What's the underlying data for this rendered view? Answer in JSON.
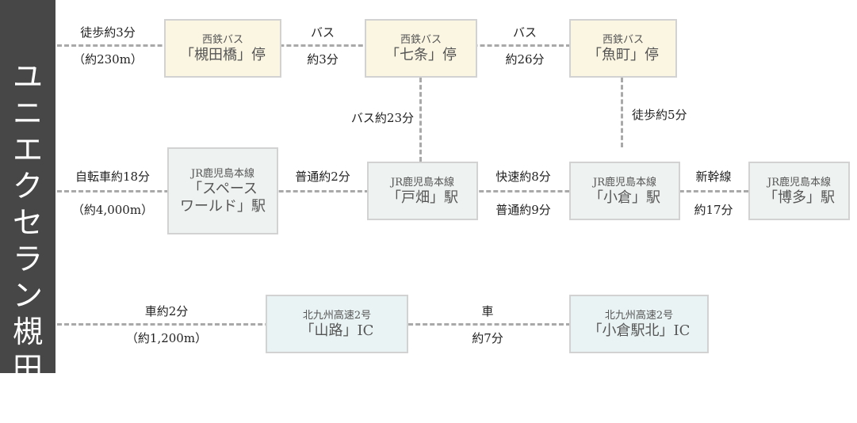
{
  "sidebar": {
    "title_chars": [
      "ユ",
      "ニ",
      "エ",
      "ク",
      "セ",
      "ラ",
      "ン",
      "槻",
      "田",
      "橋"
    ]
  },
  "row_bus": {
    "walk_label": "徒歩約3分",
    "walk_distance": "（約230m）",
    "stop1": {
      "operator": "西鉄バス",
      "name": "「槻田橋」停"
    },
    "seg1_mode": "バス",
    "seg1_time": "約3分",
    "stop2": {
      "operator": "西鉄バス",
      "name": "「七条」停"
    },
    "seg2_mode": "バス",
    "seg2_time": "約26分",
    "stop3": {
      "operator": "西鉄バス",
      "name": "「魚町」停"
    }
  },
  "connectors": {
    "bus_to_tobata": "バス約23分",
    "uomachi_to_kokura": "徒歩約5分"
  },
  "row_rail": {
    "bike_label": "自転車約18分",
    "bike_distance": "（約4,000m）",
    "station1": {
      "line": "JR鹿児島本線",
      "name_line1": "「スペース",
      "name_line2": "ワールド」駅"
    },
    "seg1": "普通約2分",
    "station2": {
      "line": "JR鹿児島本線",
      "name": "「戸畑」駅"
    },
    "seg2_rapid": "快速約8分",
    "seg2_local": "普通約9分",
    "station3": {
      "line": "JR鹿児島本線",
      "name": "「小倉」駅"
    },
    "seg3_mode": "新幹線",
    "seg3_time": "約17分",
    "station4": {
      "line": "JR鹿児島本線",
      "name": "「博多」駅"
    }
  },
  "row_car": {
    "car_label": "車約2分",
    "car_distance": "（約1,200m）",
    "ic1": {
      "road": "北九州高速2号",
      "name": "「山路」IC"
    },
    "seg1_mode": "車",
    "seg1_time": "約7分",
    "ic2": {
      "road": "北九州高速2号",
      "name": "「小倉駅北」IC"
    }
  }
}
